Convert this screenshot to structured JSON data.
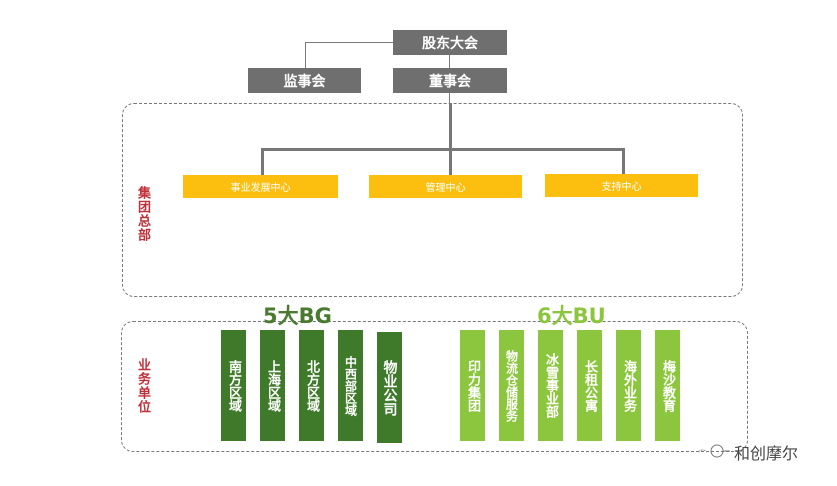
{
  "top": {
    "shareholders": "股东大会",
    "supervisors": "监事会",
    "board": "董事会"
  },
  "headquarters": {
    "label": "集团总部",
    "centers": [
      "事业发展中心",
      "管理中心",
      "支持中心"
    ],
    "center_color": "#fcbf10"
  },
  "business_units": {
    "label": "业务单位",
    "bg_title": "5大BG",
    "bu_title": "6大BU",
    "bg_color": "#3f7a2a",
    "bu_color": "#8cc63e",
    "bg_items": [
      "南方区域",
      "上海区域",
      "北方区域",
      "中西部区域",
      "物业公司"
    ],
    "bu_items": [
      "印力集团",
      "物流仓储服务",
      "冰雪事业部",
      "长租公寓",
      "海外业务",
      "梅沙教育"
    ]
  },
  "watermark": {
    "text": "和创摩尔",
    "icon": "wechat-icon"
  }
}
